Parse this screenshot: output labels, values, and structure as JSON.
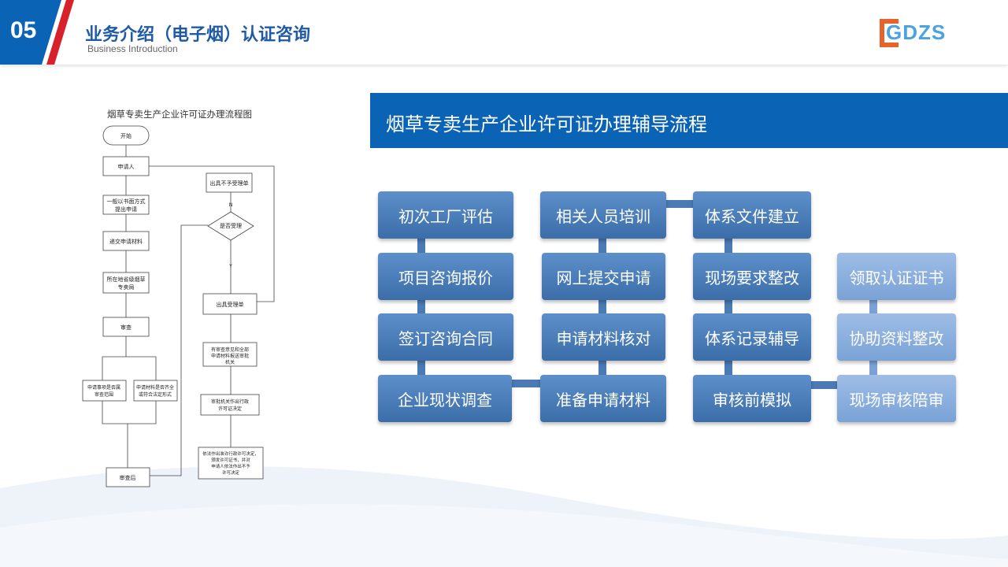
{
  "header": {
    "section_number": "05",
    "title": "业务介绍（电子烟）认证咨询",
    "subtitle": "Business Introduction",
    "logo_text": "GDZS"
  },
  "flowchart": {
    "title": "烟草专卖生产企业许可证办理流程图",
    "start": "开始",
    "applicant": "申请人",
    "submit_method": [
      "一般以书面方式",
      "提出申请"
    ],
    "submit_materials": "递交申请材料",
    "bureau": [
      "所在地省级烟草",
      "专卖局"
    ],
    "review": "审查",
    "left_a": [
      "申请事项是否属",
      "审查范围"
    ],
    "left_b": [
      "申请材料是否齐全",
      "或符合法定形式"
    ],
    "after_review": "审查后",
    "reject": "出具不予受理单",
    "accept_decision": "是否受理",
    "n_label": "N",
    "y_label": "Y",
    "accept_notice": "出具受理单",
    "note1": [
      "有审查意见和全部",
      "申请材料报送审批",
      "机关"
    ],
    "note2": [
      "审批机关作出行政",
      "许可证决定"
    ],
    "note3": [
      "依法作出准许行政许可决定，",
      "颁发许可证书，并对",
      "申请人依法作出不予",
      "许可决定"
    ]
  },
  "banner": {
    "title": "烟草专卖生产企业许可证办理辅导流程"
  },
  "steps": {
    "col1": [
      "初次工厂评估",
      "项目咨询报价",
      "签订咨询合同",
      "企业现状调查"
    ],
    "col2": [
      "相关人员培训",
      "网上提交申请",
      "申请材料核对",
      "准备申请材料"
    ],
    "col3": [
      "体系文件建立",
      "现场要求整改",
      "体系记录辅导",
      "审核前模拟"
    ],
    "col4": [
      "领取认证证书",
      "协助资料整改",
      "现场审核陪审"
    ]
  },
  "colors": {
    "brand_blue": "#0b63b5",
    "accent_red": "#d7222b",
    "step_dark": "#4b7ab4",
    "step_light": "#8fb1df"
  }
}
